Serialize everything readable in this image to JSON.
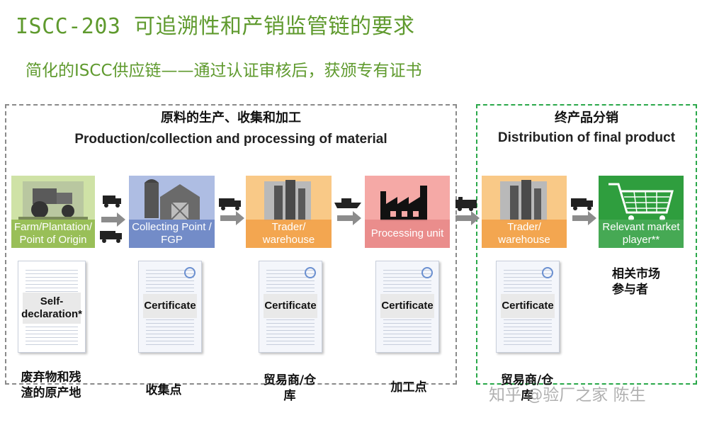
{
  "header": {
    "title": "ISCC-203 可追溯性和产销监管链的要求",
    "subtitle": "简化的ISCC供应链——通过认证审核后，获颁专有证书"
  },
  "groups": {
    "production": {
      "zh": "原料的生产、收集和加工",
      "en": "Production/collection and processing of material"
    },
    "distribution": {
      "zh": "终产品分销",
      "en": "Distribution of final product"
    }
  },
  "stages": [
    {
      "label": "Farm/Plantation/ Point of Origin",
      "document": "Self-declaration*",
      "zh": "废弃物和残渣的原产地",
      "color": "#8fb84a"
    },
    {
      "label": "Collecting Point / FGP",
      "document": "Certificate",
      "zh": "收集点",
      "color": "#6d86c4"
    },
    {
      "label": "Trader/ warehouse",
      "document": "Certificate",
      "zh": "贸易商/仓库",
      "color": "#f2a24a"
    },
    {
      "label": "Processing unit",
      "document": "Certificate",
      "zh": "加工点",
      "color": "#e98a8a"
    },
    {
      "label": "Trader/ warehouse",
      "document": "Certificate",
      "zh": "贸易商/仓库",
      "color": "#f2a24a"
    },
    {
      "label": "Relevant market player**",
      "document": "",
      "zh": "相关市场参与者",
      "color": "#2f9e3e"
    }
  ],
  "watermark": "知乎 @验厂之家 陈生"
}
